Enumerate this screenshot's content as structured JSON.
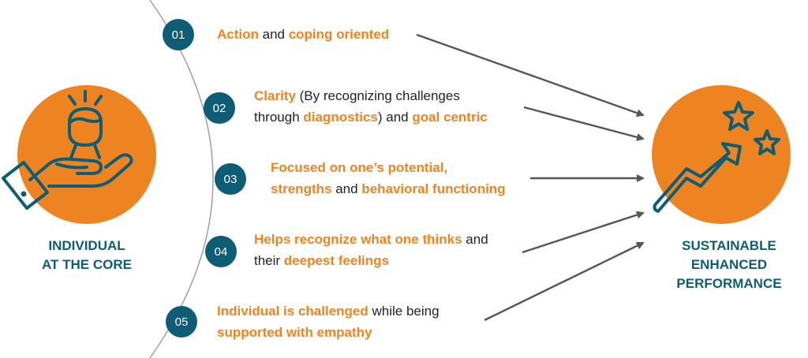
{
  "left": {
    "label_lines": [
      "INDIVIDUAL",
      "AT THE CORE"
    ],
    "icon": "hand-with-person-icon"
  },
  "right": {
    "label_lines": [
      "SUSTAINABLE",
      "ENHANCED",
      "PERFORMANCE"
    ],
    "icon": "growth-arrow-stars-icon"
  },
  "colors": {
    "accent": "#ee8421",
    "primary": "#0e5d75",
    "arrow": "#555555"
  },
  "items": [
    {
      "number": "01",
      "lines": [
        [
          {
            "t": "Action",
            "hl": true
          },
          {
            "t": " and ",
            "hl": false
          },
          {
            "t": "coping oriented",
            "hl": true
          }
        ]
      ]
    },
    {
      "number": "02",
      "lines": [
        [
          {
            "t": "Clarity",
            "hl": true
          },
          {
            "t": " (By recognizing challenges",
            "hl": false
          }
        ],
        [
          {
            "t": "through ",
            "hl": false
          },
          {
            "t": "diagnostics",
            "hl": true
          },
          {
            "t": ") and ",
            "hl": false
          },
          {
            "t": "goal centric",
            "hl": true
          }
        ]
      ]
    },
    {
      "number": "03",
      "lines": [
        [
          {
            "t": "Focused on one’s potential,",
            "hl": true
          }
        ],
        [
          {
            "t": "strengths",
            "hl": true
          },
          {
            "t": " and ",
            "hl": false
          },
          {
            "t": "behavioral functioning",
            "hl": true
          }
        ]
      ]
    },
    {
      "number": "04",
      "lines": [
        [
          {
            "t": "Helps recognize what one thinks",
            "hl": true
          },
          {
            "t": " and",
            "hl": false
          }
        ],
        [
          {
            "t": "their ",
            "hl": false
          },
          {
            "t": "deepest feelings",
            "hl": true
          }
        ]
      ]
    },
    {
      "number": "05",
      "lines": [
        [
          {
            "t": "Individual is challenged",
            "hl": true
          },
          {
            "t": " while being",
            "hl": false
          }
        ],
        [
          {
            "t": "supported with empathy",
            "hl": true
          }
        ]
      ]
    }
  ]
}
